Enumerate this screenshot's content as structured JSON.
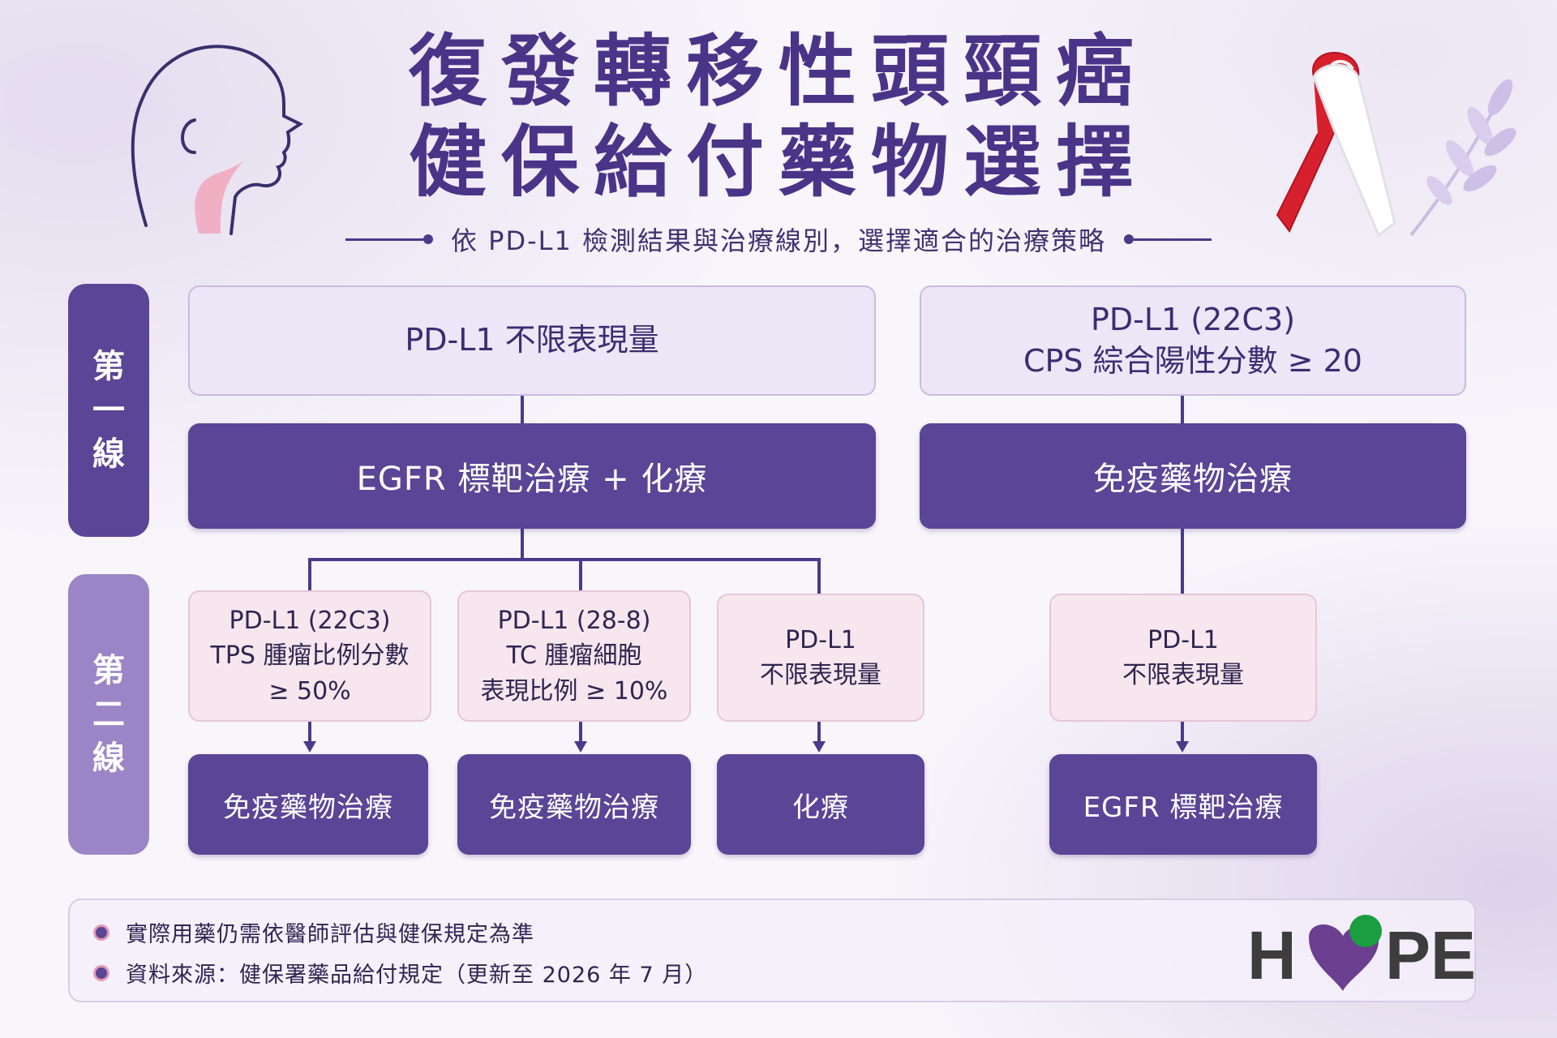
{
  "header": {
    "title_line1": "復發轉移性頭頸癌",
    "title_line2": "健保給付藥物選擇",
    "subtitle": "依 PD-L1 檢測結果與治療線別，選擇適合的治療策略"
  },
  "icons": [
    "head-profile-icon",
    "awareness-ribbon-icon",
    "leaf-branch-icon"
  ],
  "lines": {
    "first": "第一線",
    "second": "第二線"
  },
  "left_branch": {
    "condition": "PD-L1 不限表現量",
    "first_line_treatment": "EGFR 標靶治療 + 化療",
    "second_line": [
      {
        "condition_lines": [
          "PD-L1 (22C3)",
          "TPS 腫瘤比例分數",
          "≥ 50%"
        ],
        "treatment": "免疫藥物治療"
      },
      {
        "condition_lines": [
          "PD-L1 (28-8)",
          "TC 腫瘤細胞",
          "表現比例 ≥ 10%"
        ],
        "treatment": "免疫藥物治療"
      },
      {
        "condition_lines": [
          "PD-L1",
          "不限表現量"
        ],
        "treatment": "化療"
      }
    ]
  },
  "right_branch": {
    "condition_lines": [
      "PD-L1 (22C3)",
      "CPS 綜合陽性分數 ≥ 20"
    ],
    "first_line_treatment": "免疫藥物治療",
    "second_line": {
      "condition_lines": [
        "PD-L1",
        "不限表現量"
      ],
      "treatment": "EGFR 標靶治療"
    }
  },
  "footer": {
    "notes": [
      "實際用藥仍需依醫師評估與健保規定為準",
      "資料來源：健保署藥品給付規定（更新至 2026 年 7 月）"
    ],
    "logo_text_left": "H",
    "logo_text_right": "PE"
  },
  "colors": {
    "primary": "#5a4596",
    "light_box": "#ece6f6",
    "pink_box": "#f7e6ee",
    "ribbon_red": "#d7202e",
    "logo_green": "#1a9e3f",
    "logo_purple": "#6a3f8f",
    "logo_gray": "#3d3d3d"
  }
}
